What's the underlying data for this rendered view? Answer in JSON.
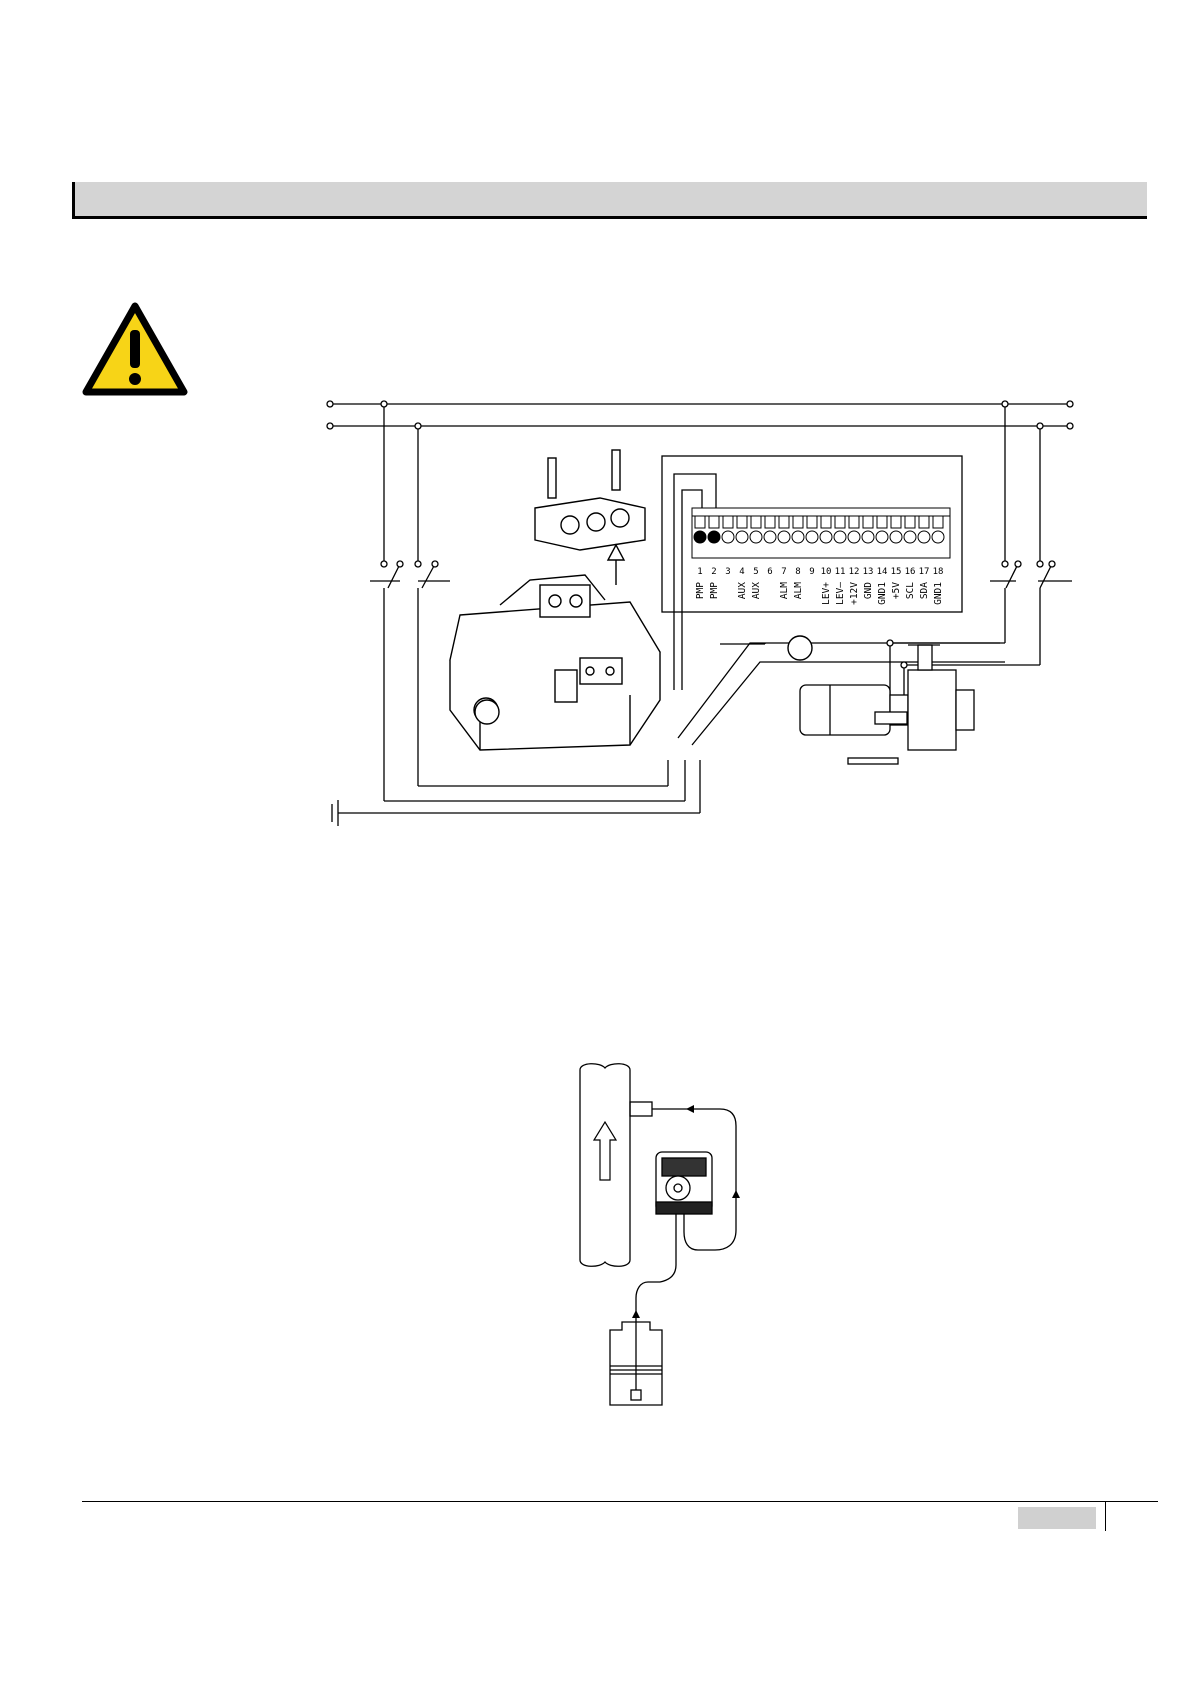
{
  "terminals": [
    {
      "number": "1",
      "label": "PMP"
    },
    {
      "number": "2",
      "label": "PMP"
    },
    {
      "number": "3",
      "label": ""
    },
    {
      "number": "4",
      "label": "AUX"
    },
    {
      "number": "5",
      "label": "AUX"
    },
    {
      "number": "6",
      "label": ""
    },
    {
      "number": "7",
      "label": "ALM"
    },
    {
      "number": "8",
      "label": "ALM"
    },
    {
      "number": "9",
      "label": ""
    },
    {
      "number": "10",
      "label": "LEV+"
    },
    {
      "number": "11",
      "label": "LEV–"
    },
    {
      "number": "12",
      "label": "+12V"
    },
    {
      "number": "13",
      "label": "GND"
    },
    {
      "number": "14",
      "label": "GND1"
    },
    {
      "number": "15",
      "label": "+5V"
    },
    {
      "number": "16",
      "label": "SCL"
    },
    {
      "number": "17",
      "label": "SDA"
    },
    {
      "number": "18",
      "label": "GND1"
    }
  ],
  "colors": {
    "header_bar": "#d4d4d4",
    "warning_fill": "#f7d417",
    "footer_box": "#d0d0d0"
  },
  "icons": {
    "warning": "warning-triangle-icon",
    "flow": "flow-arrow-icon"
  }
}
